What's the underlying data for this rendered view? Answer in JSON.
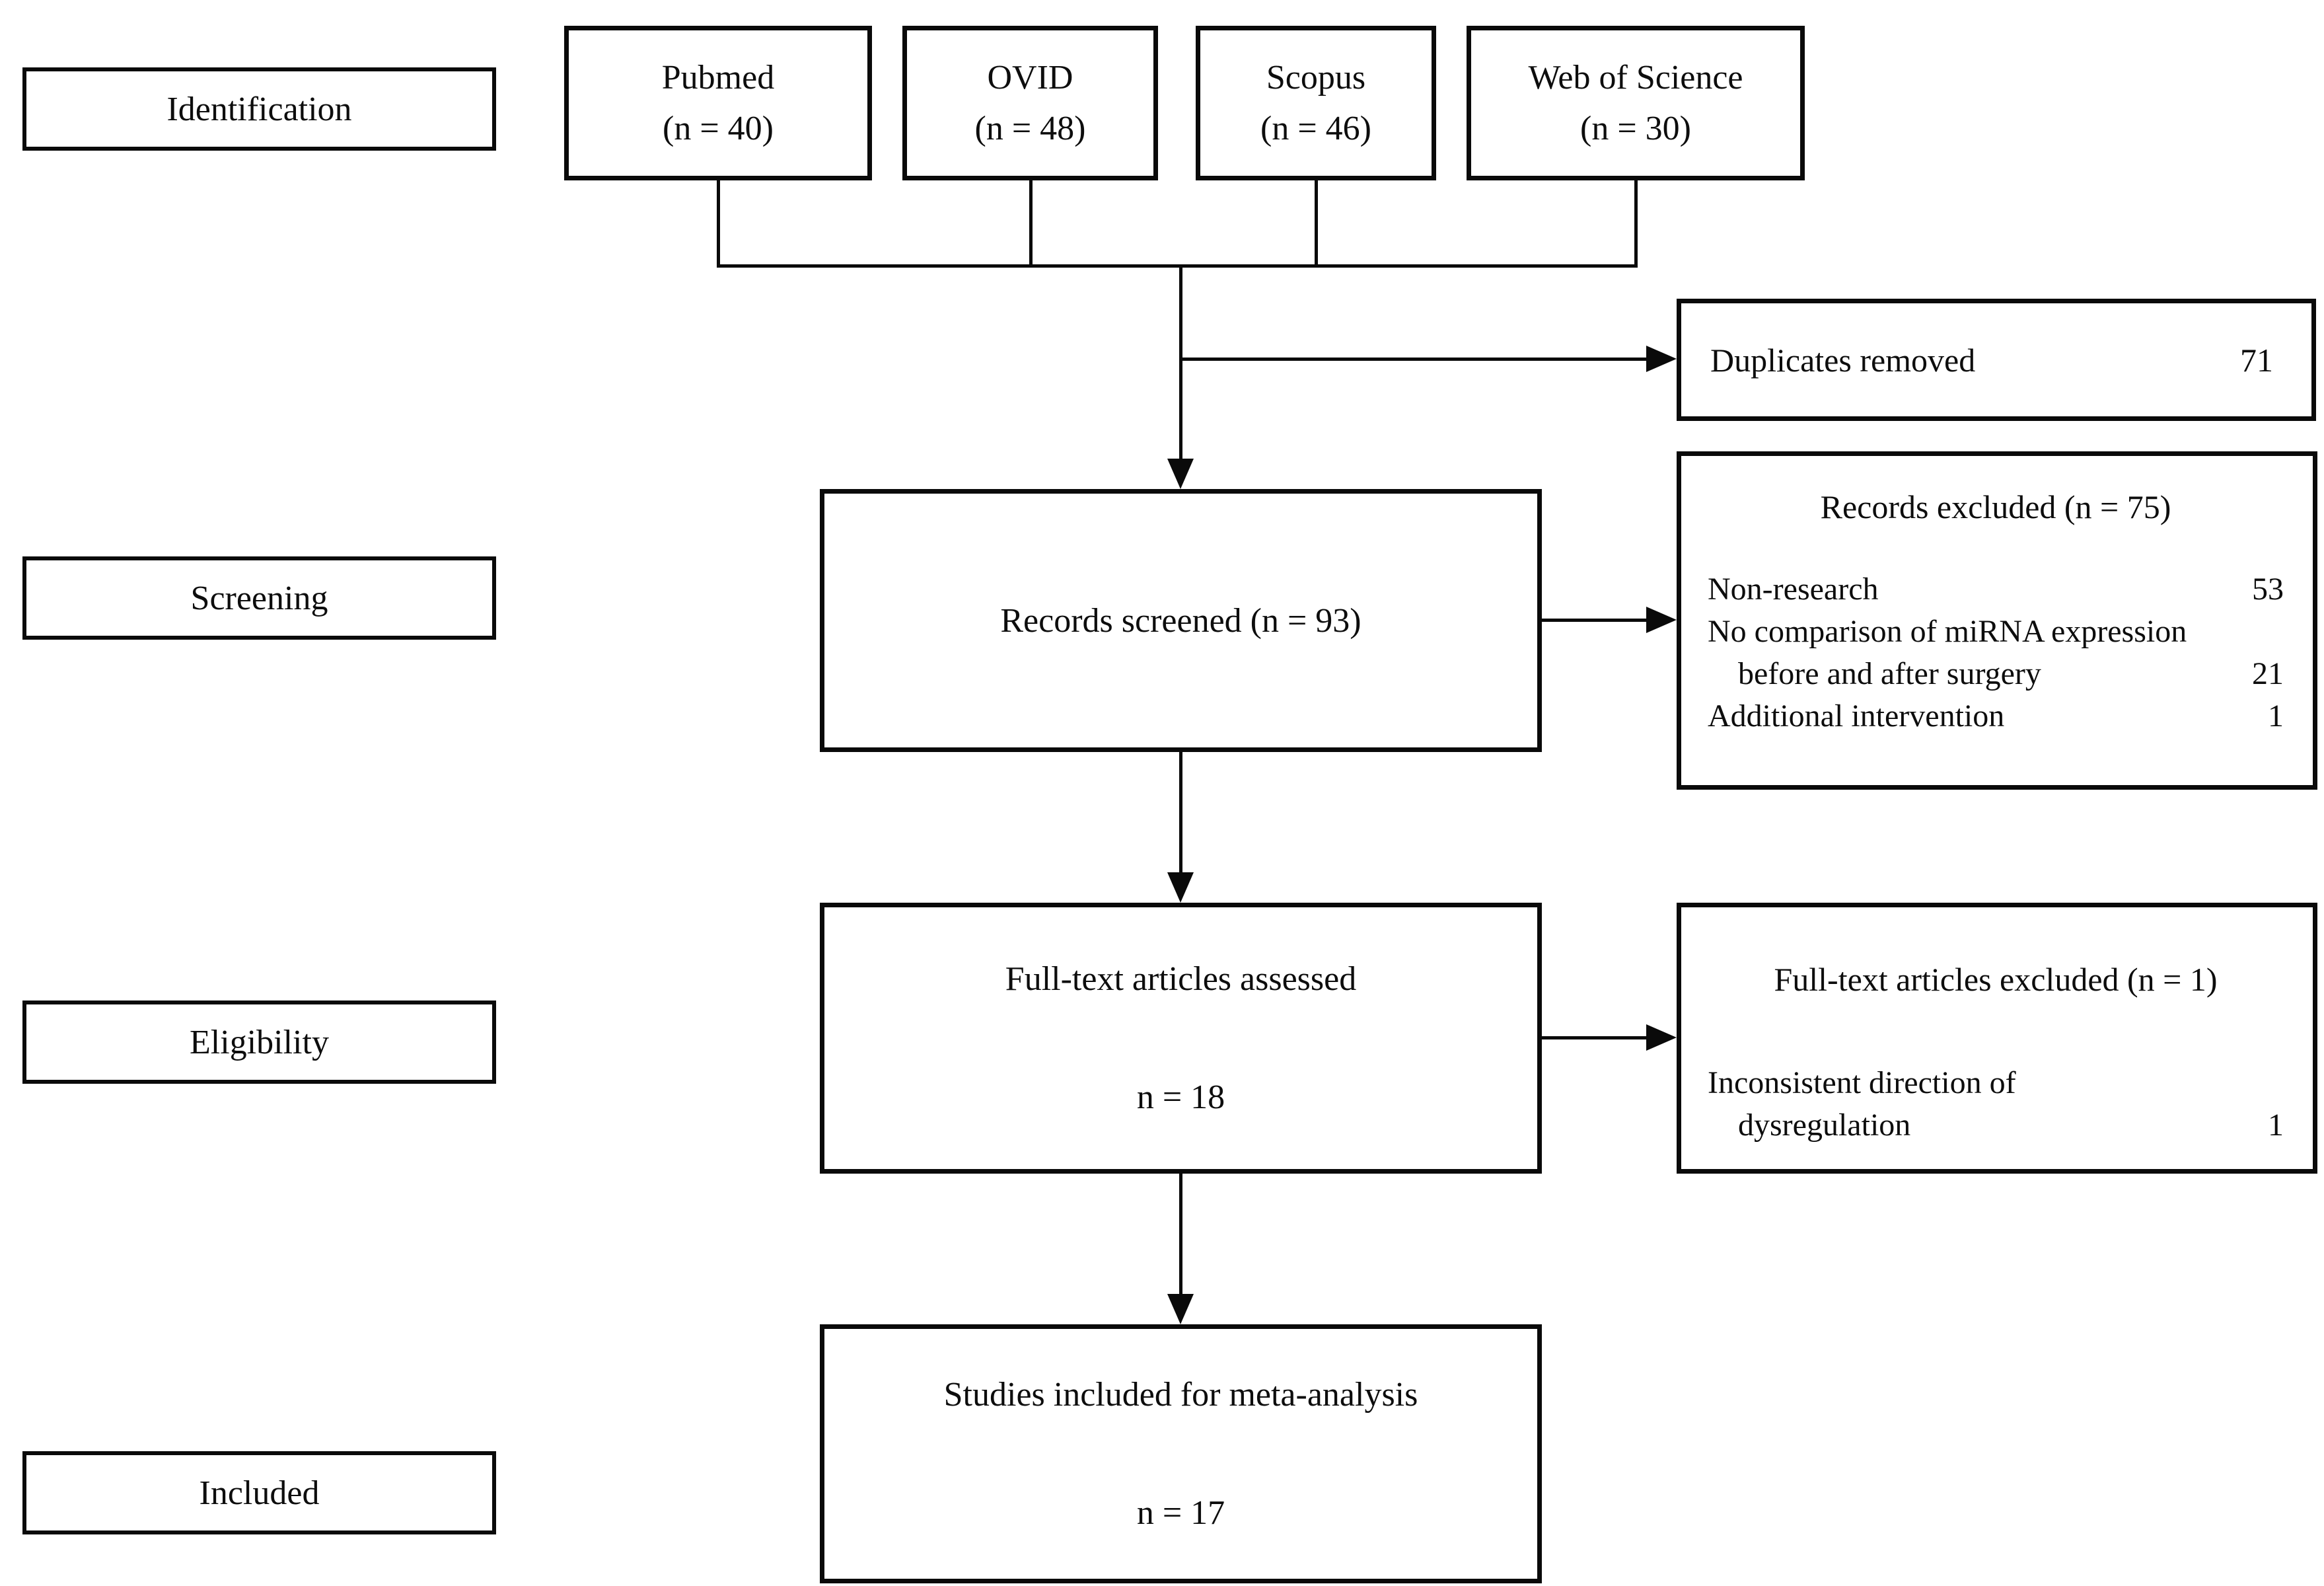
{
  "figure": {
    "type": "prisma-flow-diagram",
    "stages": {
      "identification": "Identification",
      "screening": "Screening",
      "eligibility": "Eligibility",
      "included": "Included"
    },
    "sources": [
      {
        "name": "Pubmed",
        "count": "(n = 40)"
      },
      {
        "name": "OVID",
        "count": "(n = 48)"
      },
      {
        "name": "Scopus",
        "count": "(n = 46)"
      },
      {
        "name": "Web of Science",
        "count": "(n = 30)"
      }
    ],
    "duplicates": {
      "label": "Duplicates removed",
      "value": "71"
    },
    "screened": {
      "label": "Records screened (n = 93)"
    },
    "records_excluded": {
      "title": "Records excluded (n = 75)",
      "reasons": [
        {
          "line1": "Non-research",
          "value": "53"
        },
        {
          "line1": "No comparison of miRNA expression",
          "line2": "before and after surgery",
          "value": "21"
        },
        {
          "line1": "Additional intervention",
          "value": "1"
        }
      ]
    },
    "fulltext_assessed": {
      "line1": "Full-text articles assessed",
      "line2": "n = 18"
    },
    "fulltext_excluded": {
      "title": "Full-text articles excluded (n = 1)",
      "reasons": [
        {
          "line1": "Inconsistent direction of",
          "line2": "dysregulation",
          "value": "1"
        }
      ]
    },
    "included_box": {
      "line1": "Studies included for meta-analysis",
      "line2": "n = 17"
    },
    "colors": {
      "line": "#0a0a0a",
      "background": "#ffffff",
      "text": "#0d0d0d"
    }
  }
}
